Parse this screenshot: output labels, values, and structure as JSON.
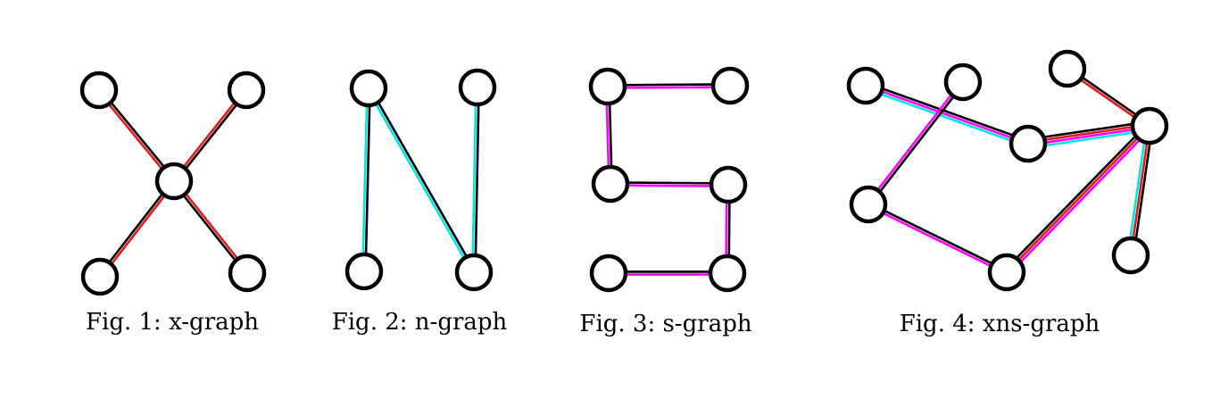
{
  "figures": [
    {
      "id": "x-graph",
      "caption": "Fig. 1: x-graph",
      "nodes": [
        "c",
        "tl",
        "tr",
        "bl",
        "br"
      ],
      "edges": [
        {
          "from": "tl",
          "to": "c",
          "colors": [
            "#000000",
            "#e31a1c"
          ]
        },
        {
          "from": "tr",
          "to": "c",
          "colors": [
            "#000000",
            "#e31a1c"
          ]
        },
        {
          "from": "bl",
          "to": "c",
          "colors": [
            "#000000",
            "#e31a1c"
          ]
        },
        {
          "from": "br",
          "to": "c",
          "colors": [
            "#000000",
            "#e31a1c"
          ]
        }
      ]
    },
    {
      "id": "n-graph",
      "caption": "Fig. 2: n-graph",
      "nodes": [
        "tl",
        "tr",
        "bl",
        "br"
      ],
      "edges": [
        {
          "from": "tl",
          "to": "bl",
          "colors": [
            "#000000",
            "#00e5e5"
          ]
        },
        {
          "from": "tl",
          "to": "br",
          "colors": [
            "#000000",
            "#00e5e5"
          ]
        },
        {
          "from": "tr",
          "to": "br",
          "colors": [
            "#000000",
            "#00e5e5"
          ]
        }
      ]
    },
    {
      "id": "s-graph",
      "caption": "Fig. 3: s-graph",
      "nodes": [
        "tl",
        "tr",
        "ml",
        "mr",
        "bl",
        "br"
      ],
      "edges": [
        {
          "from": "tl",
          "to": "tr",
          "colors": [
            "#000000",
            "#ff00ff"
          ]
        },
        {
          "from": "tl",
          "to": "ml",
          "colors": [
            "#000000",
            "#ff00ff"
          ]
        },
        {
          "from": "ml",
          "to": "mr",
          "colors": [
            "#000000",
            "#ff00ff"
          ]
        },
        {
          "from": "mr",
          "to": "br",
          "colors": [
            "#000000",
            "#ff00ff"
          ]
        },
        {
          "from": "bl",
          "to": "br",
          "colors": [
            "#000000",
            "#ff00ff"
          ]
        }
      ]
    },
    {
      "id": "xns-graph",
      "caption": "Fig. 4: xns-graph",
      "nodes": [
        "a",
        "b",
        "c",
        "d",
        "e",
        "f",
        "g",
        "h"
      ],
      "edges": [
        {
          "from": "a",
          "to": "e",
          "colors": [
            "#000000",
            "#ff00ff",
            "#00e5e5"
          ]
        },
        {
          "from": "b",
          "to": "d",
          "colors": [
            "#000000",
            "#ff00ff"
          ]
        },
        {
          "from": "d",
          "to": "g",
          "colors": [
            "#000000",
            "#ff00ff"
          ]
        },
        {
          "from": "e",
          "to": "f",
          "colors": [
            "#000000",
            "#e31a1c",
            "#ff00ff",
            "#00e5e5"
          ]
        },
        {
          "from": "c",
          "to": "f",
          "colors": [
            "#000000",
            "#e31a1c"
          ]
        },
        {
          "from": "g",
          "to": "f",
          "colors": [
            "#000000",
            "#e31a1c",
            "#ff00ff"
          ]
        },
        {
          "from": "f",
          "to": "h",
          "colors": [
            "#000000",
            "#e31a1c",
            "#00e5e5"
          ]
        }
      ]
    }
  ],
  "node_style": {
    "fill": "#ffffff",
    "stroke": "#000000"
  }
}
